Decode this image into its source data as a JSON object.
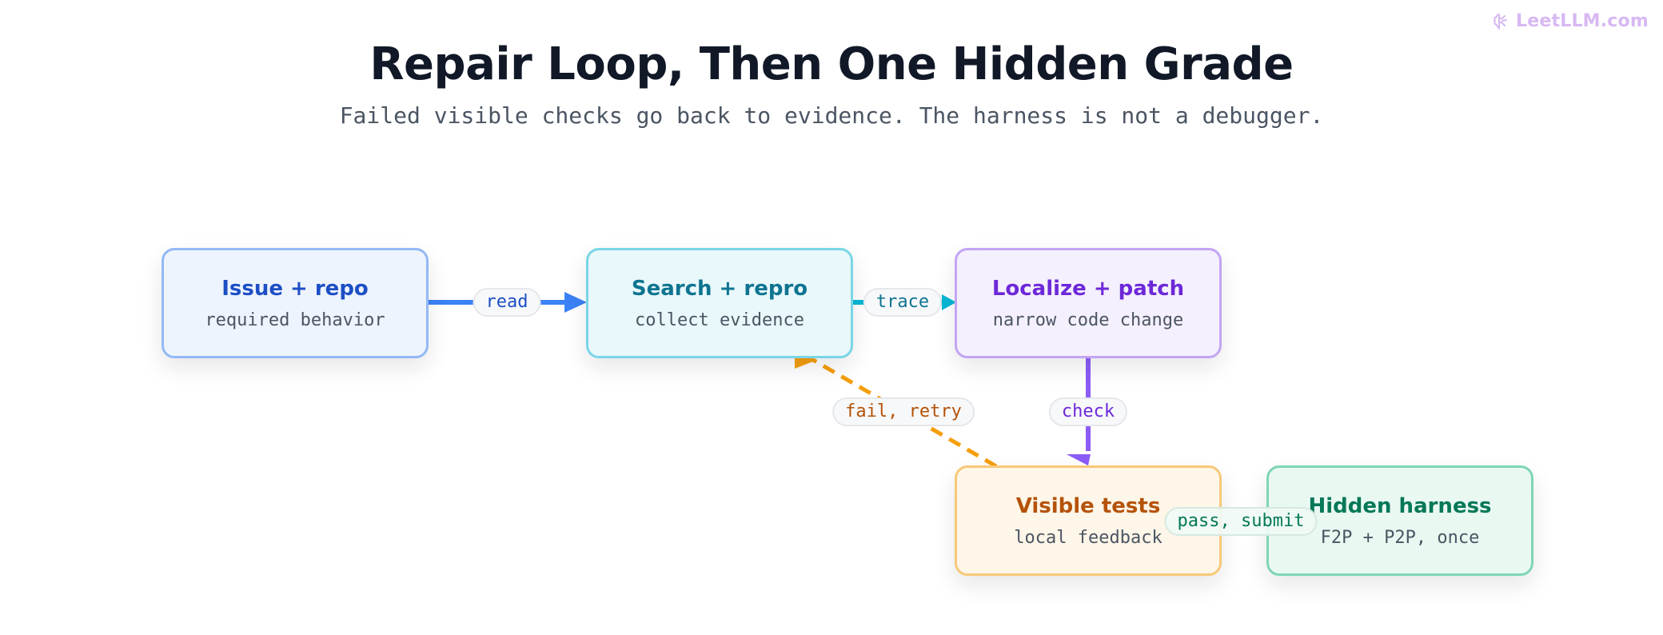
{
  "watermark": {
    "text": "LeetLLM.com",
    "icon": "brain-icon"
  },
  "header": {
    "title": "Repair Loop, Then One Hidden Grade",
    "subtitle": "Failed visible checks go back to evidence. The harness is not a debugger."
  },
  "nodes": {
    "issue": {
      "title": "Issue + repo",
      "subtitle": "required behavior"
    },
    "search": {
      "title": "Search + repro",
      "subtitle": "collect evidence"
    },
    "patch": {
      "title": "Localize + patch",
      "subtitle": "narrow code change"
    },
    "tests": {
      "title": "Visible tests",
      "subtitle": "local feedback"
    },
    "hidden": {
      "title": "Hidden harness",
      "subtitle": "F2P + P2P, once"
    }
  },
  "edges": {
    "read": {
      "label": "read",
      "from": "issue",
      "to": "search",
      "style": "solid",
      "color": "#3b82f6"
    },
    "trace": {
      "label": "trace",
      "from": "search",
      "to": "patch",
      "style": "solid",
      "color": "#06b6d4"
    },
    "check": {
      "label": "check",
      "from": "patch",
      "to": "tests",
      "style": "solid",
      "color": "#8b5cf6"
    },
    "retry": {
      "label": "fail, retry",
      "from": "tests",
      "to": "search",
      "style": "dashed",
      "color": "#f59e0b"
    },
    "submit": {
      "label": "pass, submit",
      "from": "tests",
      "to": "hidden",
      "style": "solid",
      "color": "#10b981"
    }
  },
  "colors": {
    "title": "#111827",
    "subtitle": "#4b5563",
    "watermark": "#d7b8f3"
  }
}
